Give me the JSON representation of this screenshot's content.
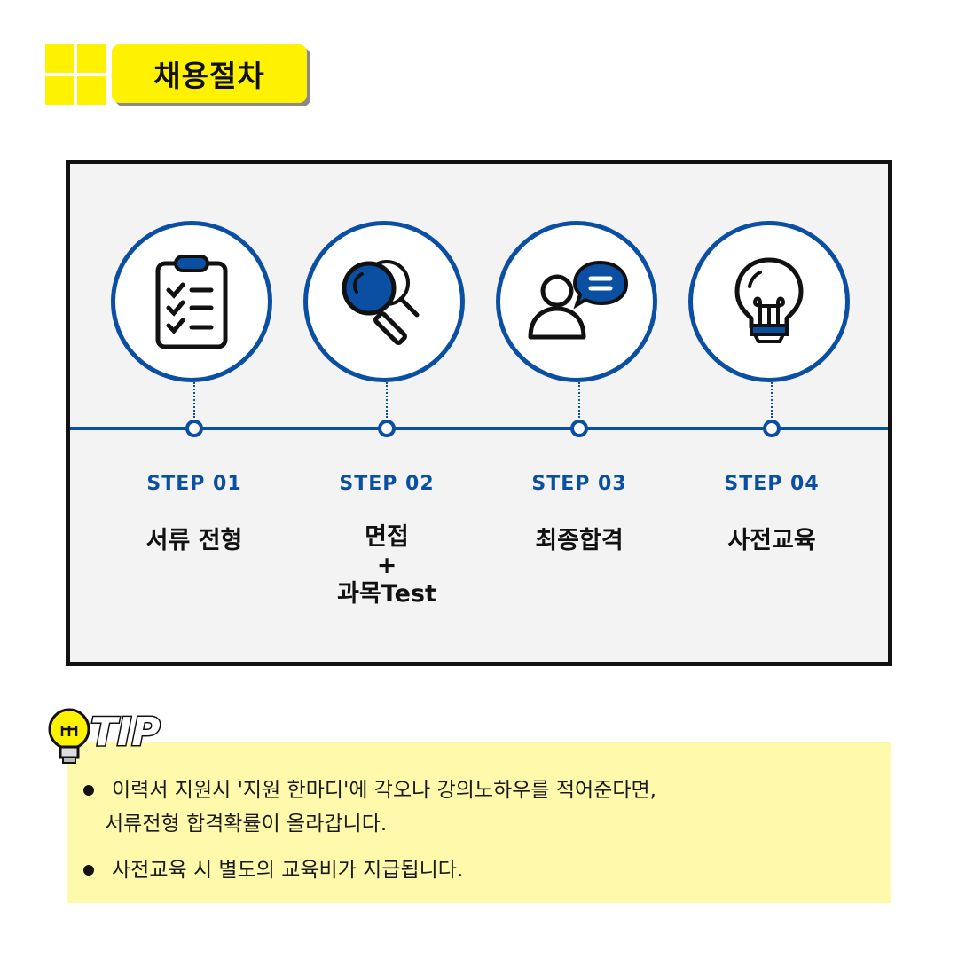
{
  "header": {
    "title": "채용절차"
  },
  "steps": [
    {
      "label": "STEP 01",
      "title": "서류 전형",
      "icon": "clipboard-checklist-icon"
    },
    {
      "label": "STEP 02",
      "title": "면접\n+\n과목Test",
      "icon": "magnifier-icon"
    },
    {
      "label": "STEP 03",
      "title": "최종합격",
      "icon": "person-chat-icon"
    },
    {
      "label": "STEP 04",
      "title": "사전교육",
      "icon": "lightbulb-icon"
    }
  ],
  "tip": {
    "heading": "TIP",
    "items": [
      {
        "line1": "이력서 지원시 '지원 한마디'에 각오나 강의노하우를  적어준다면,",
        "line2": "서류전형 합격확률이 올라갑니다."
      },
      {
        "line1": "사전교육 시 별도의 교육비가 지급됩니다.",
        "line2": ""
      }
    ]
  },
  "colors": {
    "accent_yellow": "#fff200",
    "primary_blue": "#0b4fa3",
    "panel_bg": "#f3f3f3",
    "tip_bg": "#fff9ab"
  }
}
